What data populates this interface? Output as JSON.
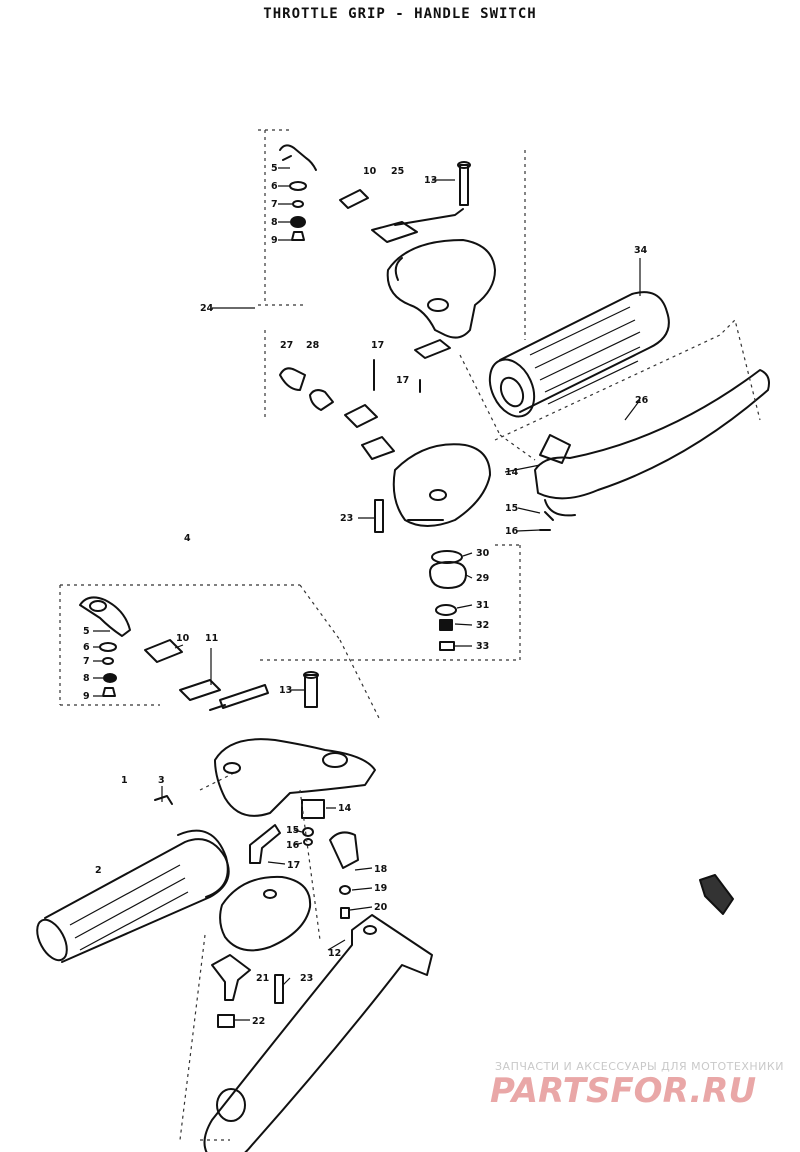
{
  "title": "THROTTLE GRIP - HANDLE SWITCH",
  "callouts": [
    {
      "id": "c5a",
      "text": "5"
    },
    {
      "id": "c6a",
      "text": "6"
    },
    {
      "id": "c7a",
      "text": "7"
    },
    {
      "id": "c8a",
      "text": "8"
    },
    {
      "id": "c9a",
      "text": "9"
    },
    {
      "id": "c10a",
      "text": "10"
    },
    {
      "id": "c25",
      "text": "25"
    },
    {
      "id": "c13a",
      "text": "13"
    },
    {
      "id": "c34",
      "text": "34"
    },
    {
      "id": "c24",
      "text": "24"
    },
    {
      "id": "c27",
      "text": "27"
    },
    {
      "id": "c28",
      "text": "28"
    },
    {
      "id": "c17a",
      "text": "17"
    },
    {
      "id": "c17b",
      "text": "17"
    },
    {
      "id": "c26",
      "text": "26"
    },
    {
      "id": "c14a",
      "text": "14"
    },
    {
      "id": "c15a",
      "text": "15"
    },
    {
      "id": "c16a",
      "text": "16"
    },
    {
      "id": "c23a",
      "text": "23"
    },
    {
      "id": "c30",
      "text": "30"
    },
    {
      "id": "c29",
      "text": "29"
    },
    {
      "id": "c31",
      "text": "31"
    },
    {
      "id": "c32",
      "text": "32"
    },
    {
      "id": "c33",
      "text": "33"
    },
    {
      "id": "c4",
      "text": "4"
    },
    {
      "id": "c5b",
      "text": "5"
    },
    {
      "id": "c6b",
      "text": "6"
    },
    {
      "id": "c7b",
      "text": "7"
    },
    {
      "id": "c8b",
      "text": "8"
    },
    {
      "id": "c9b",
      "text": "9"
    },
    {
      "id": "c10b",
      "text": "10"
    },
    {
      "id": "c11",
      "text": "11"
    },
    {
      "id": "c13b",
      "text": "13"
    },
    {
      "id": "c1",
      "text": "1"
    },
    {
      "id": "c3",
      "text": "3"
    },
    {
      "id": "c14b",
      "text": "14"
    },
    {
      "id": "c15b",
      "text": "15"
    },
    {
      "id": "c16b",
      "text": "16"
    },
    {
      "id": "c17c",
      "text": "17"
    },
    {
      "id": "c2",
      "text": "2"
    },
    {
      "id": "c18",
      "text": "18"
    },
    {
      "id": "c19",
      "text": "19"
    },
    {
      "id": "c20",
      "text": "20"
    },
    {
      "id": "c12",
      "text": "12"
    },
    {
      "id": "c21",
      "text": "21"
    },
    {
      "id": "c23b",
      "text": "23"
    },
    {
      "id": "c22",
      "text": "22"
    }
  ],
  "watermark": {
    "tagline": "ЗАПЧАСТИ И АКСЕССУАРЫ ДЛЯ МОТОТЕХНИКИ",
    "logo": "PARTSFOR.RU"
  },
  "colors": {
    "ink": "#111111",
    "watermark_logo": "#e9a7a7",
    "watermark_text": "#c9c9c9"
  }
}
